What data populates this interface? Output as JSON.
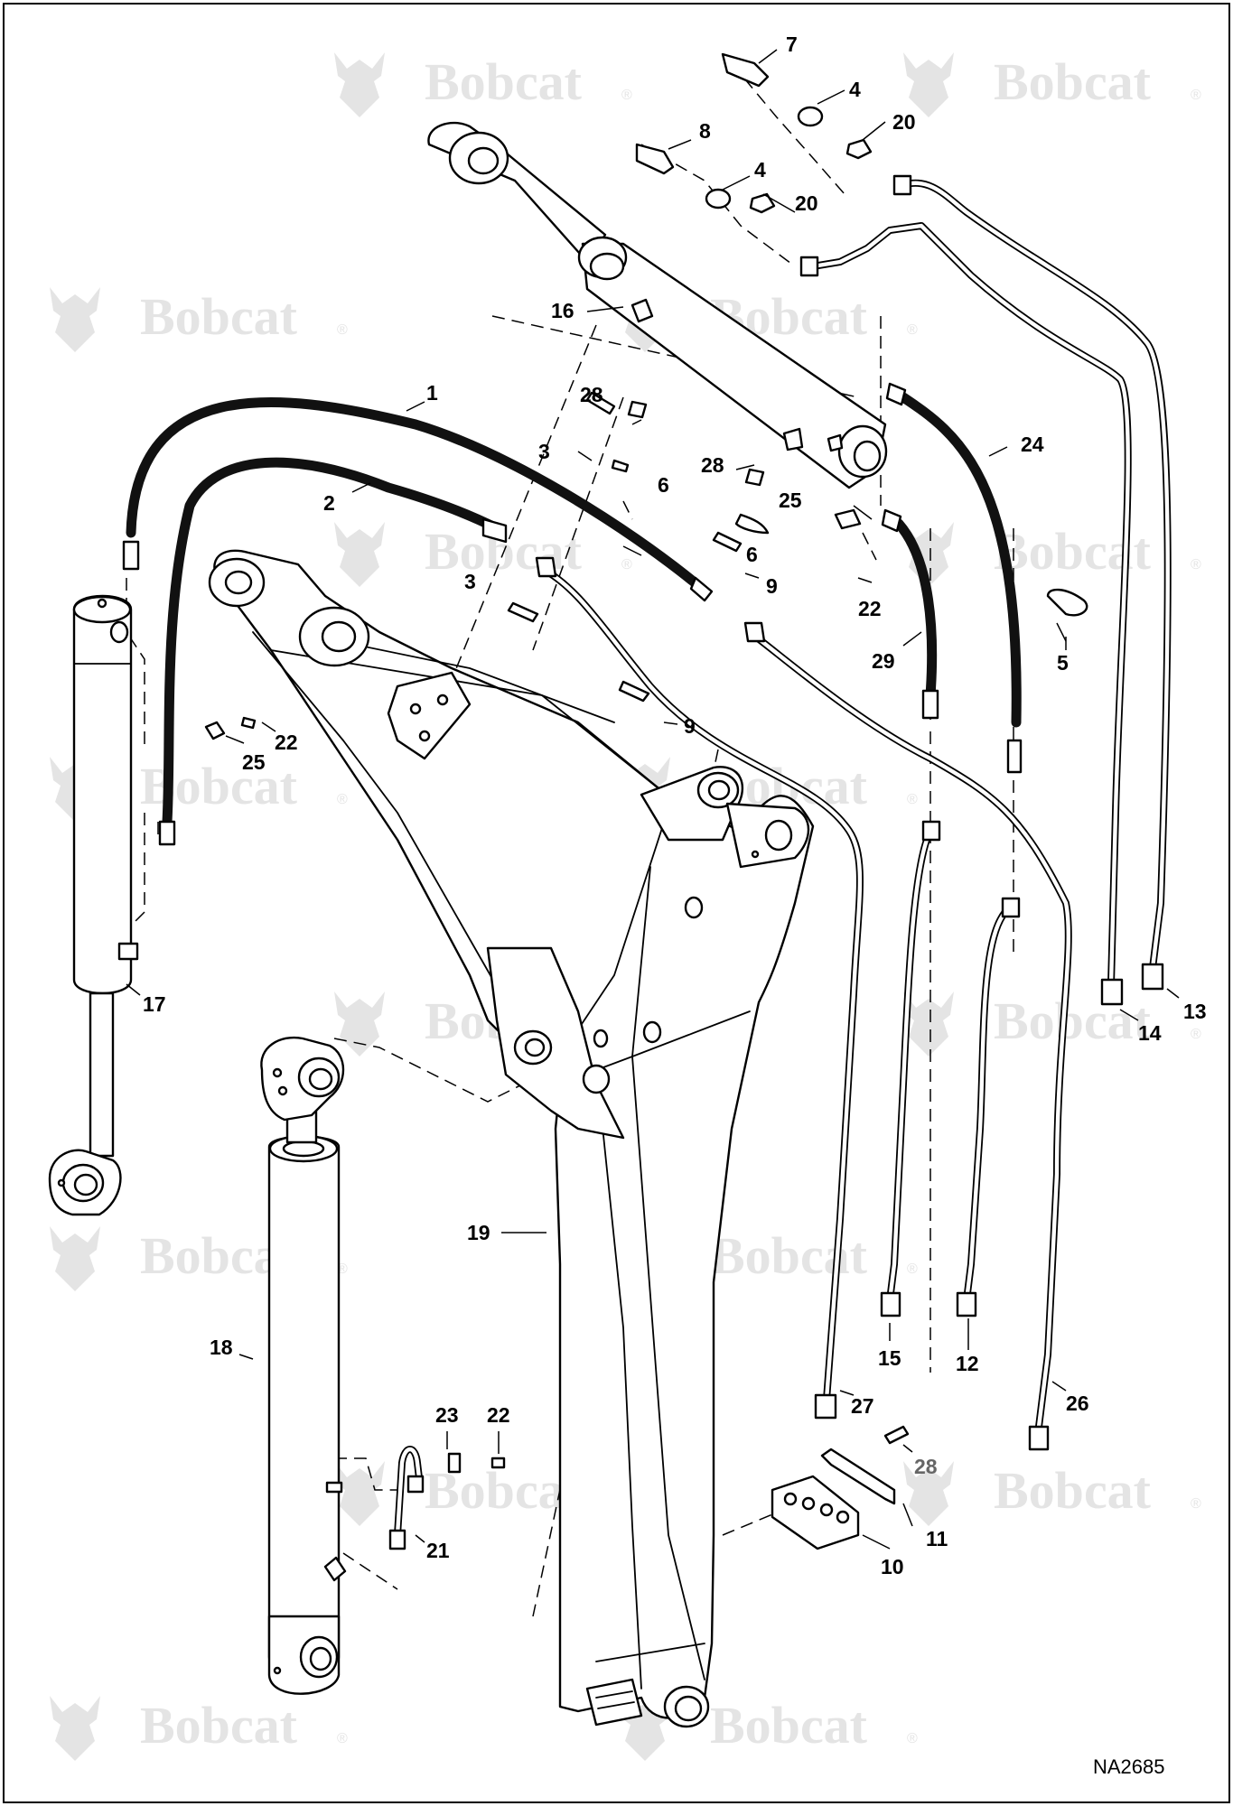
{
  "watermark": {
    "brand": "Bobcat",
    "reg_mark": "®"
  },
  "drawing_code": "NA2685",
  "callouts": {
    "c1": "1",
    "c2": "2",
    "c3a": "3",
    "c3b": "3",
    "c4a": "4",
    "c4b": "4",
    "c5": "5",
    "c6a": "6",
    "c6b": "6",
    "c7": "7",
    "c8": "8",
    "c9a": "9",
    "c9b": "9",
    "c10": "10",
    "c11": "11",
    "c12": "12",
    "c13": "13",
    "c14": "14",
    "c15": "15",
    "c16": "16",
    "c17": "17",
    "c18": "18",
    "c19": "19",
    "c20a": "20",
    "c20b": "20",
    "c21": "21",
    "c22a": "22",
    "c22b": "22",
    "c22c": "22",
    "c23": "23",
    "c24": "24",
    "c25a": "25",
    "c25b": "25",
    "c26": "26",
    "c27": "27",
    "c28a": "28",
    "c28b": "28",
    "c28c": "28",
    "c29": "29"
  },
  "colors": {
    "line": "#000000",
    "watermark": "#e4e4e4",
    "background": "#ffffff"
  }
}
